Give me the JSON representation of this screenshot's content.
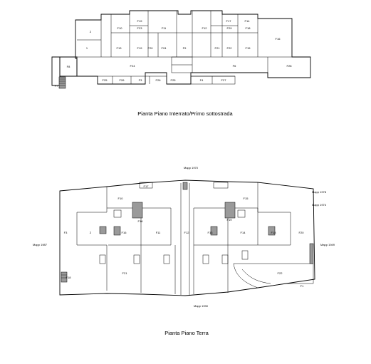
{
  "captions": {
    "basement": "Pianta Piano Interrato/Primo sottostrada",
    "ground": "Pianta Piano Terra"
  },
  "basement_labels": [
    "2",
    "F10",
    "F19",
    "F11",
    "F12",
    "F17",
    "F18",
    "F16",
    "1",
    "F13",
    "F19",
    "F20",
    "F9",
    "F21",
    "F22",
    "F15",
    "F8",
    "F24",
    "F25",
    "F7",
    "F26",
    "F3",
    "F26",
    "F25",
    "F4",
    "F27",
    "F6",
    "F28",
    "F14",
    "F23",
    "F24",
    "F29"
  ],
  "ground_labels": [
    "F10",
    "F16",
    "F15",
    "F3",
    "2",
    "F16",
    "F11",
    "F12",
    "F13",
    "F14",
    "F18",
    "F20",
    "F21",
    "F22",
    "F1",
    "F18",
    "F19",
    "F17"
  ],
  "ground_annotations": [
    "Mapp 1970",
    "Mapp 1978",
    "Mapp 1974",
    "Mapp 1949",
    "Mapp 1987",
    "Mapp 1930"
  ]
}
